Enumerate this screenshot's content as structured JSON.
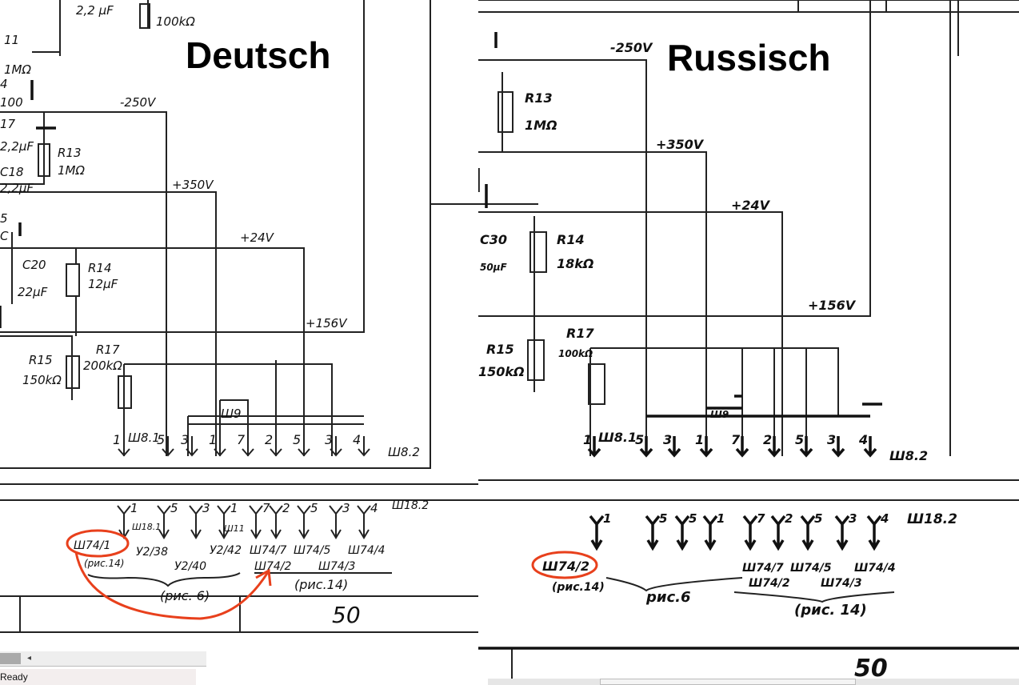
{
  "left": {
    "title": "Deutsch",
    "labels": {
      "c_top": "2,2 μF",
      "r_top": "100kΩ",
      "n11": "11",
      "r11": "1MΩ",
      "n4": "4",
      "n100": "100",
      "v250": "-250V",
      "n17": "17",
      "c17": "2,2μF",
      "r13": "R13",
      "r13v": "1MΩ",
      "c18": "C18",
      "c18v": "2,2μF",
      "v350": "+350V",
      "n5": "5",
      "nc": "C",
      "c20": "C20",
      "c20v": "22μF",
      "r14": "R14",
      "r14v": "12μF",
      "v24": "+24V",
      "v156": "+156V",
      "r15": "R15",
      "r15v": "150kΩ",
      "r17": "R17",
      "r17v": "200kΩ",
      "sh81": "Ш8.1",
      "sh9": "Ш9",
      "sh82": "Ш8.2"
    },
    "pins": [
      "1",
      "5",
      "3",
      "1",
      "7",
      "2",
      "5",
      "3",
      "4"
    ],
    "bottom": {
      "sh182": "Ш18.2",
      "sh181": "Ш18.1",
      "sh11": "Ш11",
      "pins": [
        "1",
        "5",
        "3",
        "1",
        "7",
        "2",
        "5",
        "3",
        "4"
      ],
      "sh74_1": "Ш74/1",
      "ric14a": "(рис.14)",
      "u2_38": "У2/38",
      "u2_40": "У2/40",
      "u2_42": "У2/42",
      "sh74_7": "Ш74/7",
      "sh74_5": "Ш74/5",
      "sh74_4": "Ш74/4",
      "sh74_2": "Ш74/2",
      "sh74_3": "Ш74/3",
      "ric14b": "(рис.14)",
      "ric6": "(рис. 6)",
      "page": "50"
    }
  },
  "right": {
    "title": "Russisch",
    "labels": {
      "v250": "-250V",
      "r13": "R13",
      "r13v": "1MΩ",
      "v350": "+350V",
      "v24": "+24V",
      "c30": "C30",
      "c30v": "50μF",
      "r14": "R14",
      "r14v": "18kΩ",
      "v156": "+156V",
      "r15": "R15",
      "r15v": "150kΩ",
      "r17": "R17",
      "r17v": "100kΩ",
      "sh81": "Ш8.1",
      "sh9": "Ш9",
      "sh82": "Ш8.2"
    },
    "pins": [
      "1",
      "5",
      "3",
      "1",
      "7",
      "2",
      "5",
      "3",
      "4"
    ],
    "bottom": {
      "sh182": "Ш18.2",
      "pins": [
        "1",
        "5",
        "5",
        "1",
        "7",
        "2",
        "5",
        "3",
        "4"
      ],
      "sh74_2": "Ш74/2",
      "ric14a": "(рис.14)",
      "ric6": "рис.6",
      "sh74_7": "Ш74/7",
      "sh74_5": "Ш74/5",
      "sh74_4": "Ш74/4",
      "sh74_2b": "Ш74/2",
      "sh74_3": "Ш74/3",
      "ric14b": "(рис. 14)",
      "page": "50"
    }
  },
  "status": {
    "text": "Ready"
  },
  "colors": {
    "annotation": "#e8401c"
  }
}
